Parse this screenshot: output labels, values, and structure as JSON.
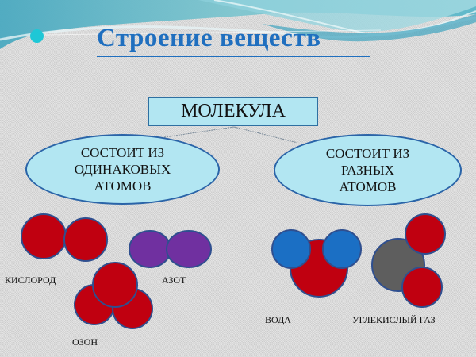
{
  "slide": {
    "title": "Строение веществ",
    "root": {
      "label": "МОЛЕКУЛА"
    },
    "branches": [
      {
        "id": "same",
        "lines": [
          "СОСТОИТ  ИЗ",
          "ОДИНАКОВЫХ",
          "АТОМОВ"
        ]
      },
      {
        "id": "different",
        "lines": [
          "СОСТОИТ  ИЗ",
          "РАЗНЫХ",
          "АТОМОВ"
        ]
      }
    ],
    "examples": {
      "oxygen": "КИСЛОРОД",
      "nitrogen": "АЗОТ",
      "ozone": "ОЗОН",
      "water": "ВОДА",
      "carbon_dioxide": "УГЛЕКИСЛЫЙ ГАЗ"
    },
    "colors": {
      "title": "#1f6fbf",
      "box_fill": "#b2e6f2",
      "box_border": "#2e6fa1",
      "oxygen_atom": "#c00010",
      "nitrogen_atom": "#7030a0",
      "hydrogen_atom": "#1b6fc4",
      "carbon_atom": "#5e5e5e",
      "atom_outline": "#2f4f8f",
      "bullet": "#1ec7d6"
    }
  }
}
